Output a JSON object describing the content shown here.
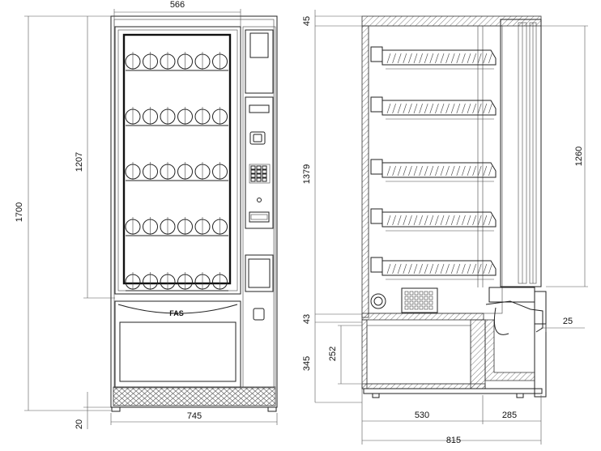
{
  "front_view": {
    "dimensions": {
      "top_width": "566",
      "overall_height": "1700",
      "glass_height": "1207",
      "base_width": "745",
      "foot_height": "20"
    },
    "logo": "FAS",
    "shelf_count": 5,
    "products_per_shelf": 6
  },
  "side_view": {
    "dimensions": {
      "top_clearance": "45",
      "cabinet_height": "1379",
      "spiral_zone": "1260",
      "mid_offset": "43",
      "lower_height": "345",
      "drawer_height": "252",
      "front_offset": "25",
      "depth_inner": "530",
      "depth_front": "285",
      "overall_depth": "815"
    },
    "shelf_count": 5
  }
}
